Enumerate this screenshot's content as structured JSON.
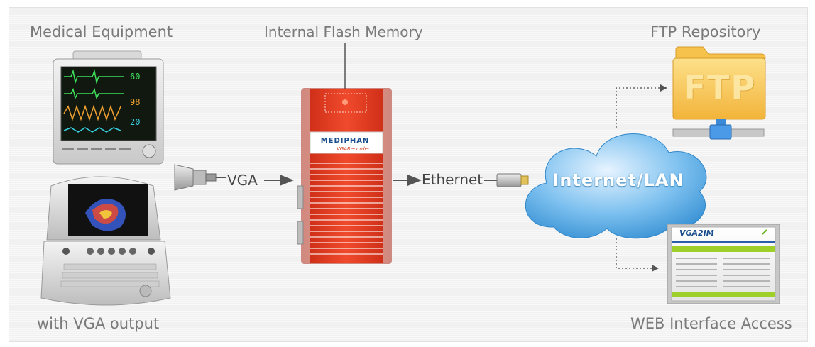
{
  "labels": {
    "medical_equipment": "Medical Equipment",
    "vga_output": "with VGA output",
    "internal_flash": "Internal Flash Memory",
    "ftp_repository": "FTP Repository",
    "web_interface": "WEB Interface Access"
  },
  "connections": {
    "vga": "VGA",
    "ethernet": "Ethernet"
  },
  "cloud": {
    "label": "Internet/LAN"
  },
  "ftp_folder": {
    "text": "FTP"
  },
  "recorder": {
    "brand": "MEDIPHAN"
  },
  "web_screen": {
    "logo": "VGA2IM"
  },
  "monitor": {
    "readings": [
      "60",
      "98",
      "20"
    ]
  },
  "colors": {
    "recorder_red": "#e8361f",
    "cloud_blue": "#4aa3e0",
    "folder_yellow": "#f7c34a",
    "label_gray": "#7a7a7a"
  },
  "icons": [
    "patient-monitor-icon",
    "ultrasound-laptop-icon",
    "vga-connector-icon",
    "recorder-device-icon",
    "ethernet-plug-icon",
    "cloud-icon",
    "ftp-folder-icon",
    "web-screen-icon"
  ]
}
